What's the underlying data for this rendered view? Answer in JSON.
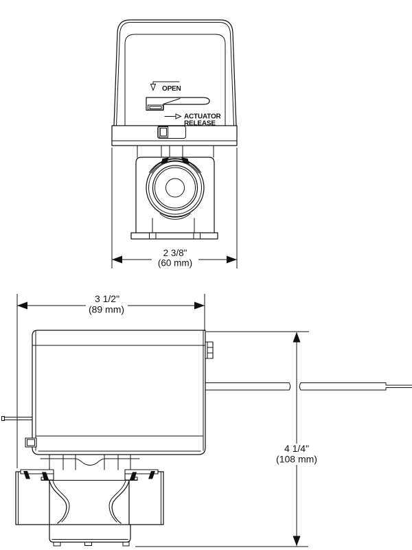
{
  "drawing": {
    "kind": "technical-dimension-drawing",
    "subject": "motorized zone valve actuator, front and side views",
    "line_color": "#111111",
    "background_color": "#ffffff",
    "front_view": {
      "open_label": "OPEN",
      "release_label_line1": "ACTUATOR",
      "release_label_line2": "RELEASE",
      "width_dim": {
        "inches": "2 3/8\"",
        "metric": "(60 mm)"
      }
    },
    "side_view": {
      "width_dim": {
        "inches": "3 1/2\"",
        "metric": "(89 mm)"
      },
      "height_dim": {
        "inches": "4 1/4\"",
        "metric": "(108 mm)"
      }
    }
  }
}
